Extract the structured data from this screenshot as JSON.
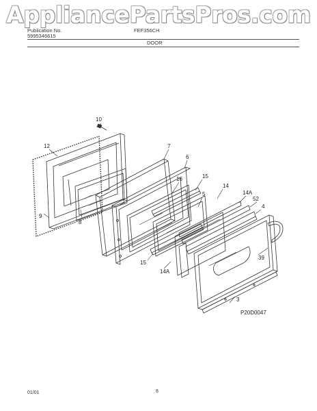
{
  "header": {
    "watermark": "AppliancePartsPros.com",
    "publication_label": "Publication No.",
    "publication_number": "5995346615",
    "model": "FEF356CH",
    "section_title": "DOOR"
  },
  "diagram": {
    "reference_code": "P20D0047",
    "part_labels": [
      "10",
      "12",
      "7",
      "6",
      "16",
      "15",
      "14",
      "5",
      "14A",
      "52",
      "4",
      "9",
      "8",
      "39",
      "15",
      "14A",
      "3"
    ]
  },
  "footer": {
    "date": "01/01",
    "page_number": "8"
  }
}
